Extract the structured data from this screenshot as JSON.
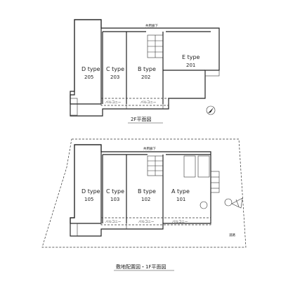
{
  "floor2": {
    "caption": "2F平面図",
    "corridor": "共用廊下",
    "units": [
      {
        "type": "D type",
        "number": "205"
      },
      {
        "type": "C type",
        "number": "203"
      },
      {
        "type": "B type",
        "number": "202"
      },
      {
        "type": "E type",
        "number": "201"
      }
    ],
    "balcony": "バルコニー"
  },
  "floor1": {
    "caption": "敷地配置図・1F平面図",
    "corridor": "共用廊下",
    "units": [
      {
        "type": "D type",
        "number": "105"
      },
      {
        "type": "C type",
        "number": "103"
      },
      {
        "type": "B type",
        "number": "102"
      },
      {
        "type": "A type",
        "number": "101"
      }
    ],
    "balcony": "バルコニー",
    "road": "道路"
  }
}
